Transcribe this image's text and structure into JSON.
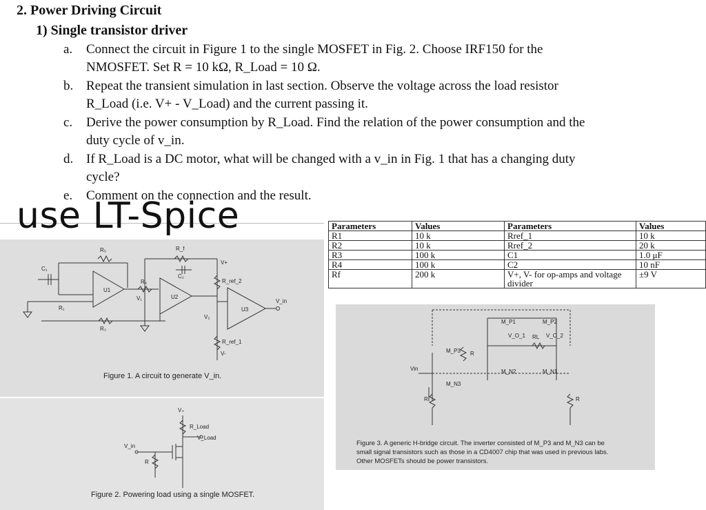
{
  "section_title": "2. Power Driving Circuit",
  "subsection_title": "1)  Single transistor driver",
  "items": [
    {
      "marker": "a.",
      "lines": [
        "Connect the circuit in Figure 1 to the single MOSFET in Fig. 2. Choose IRF150 for the",
        "NMOSFET. Set R = 10 kΩ, R_Load = 10 Ω."
      ]
    },
    {
      "marker": "b.",
      "lines": [
        "Repeat the transient simulation in last section. Observe the voltage across the load resistor",
        "R_Load (i.e. V+ - V_Load) and the current passing it."
      ]
    },
    {
      "marker": "c.",
      "lines": [
        "Derive the power consumption by R_Load. Find the relation of the power consumption and the",
        "duty cycle of v_in."
      ]
    },
    {
      "marker": "d.",
      "lines": [
        "If R_Load is a DC motor, what will be changed with a v_in in Fig. 1 that has a changing duty",
        "cycle?"
      ]
    },
    {
      "marker": "e.",
      "lines": [
        "Comment on the connection and the result."
      ]
    }
  ],
  "handwritten_note": "use LT-Spice",
  "table": {
    "headers": [
      "Parameters",
      "Values",
      "Parameters",
      "Values"
    ],
    "rows": [
      [
        "R1",
        "10 k",
        "Rref_1",
        "10 k"
      ],
      [
        "R2",
        "10 k",
        "Rref_2",
        "20 k"
      ],
      [
        "R3",
        "100 k",
        "C1",
        "1.0 μF"
      ],
      [
        "R4",
        "100 k",
        "C2",
        "10 nF"
      ],
      [
        "Rf",
        "200 k",
        "V+, V- for op-amps and voltage divider",
        "±9 V"
      ]
    ]
  },
  "figures": {
    "fig1": {
      "caption": "Figure 1. A circuit to generate V_in.",
      "labels": {
        "r5": "R₅",
        "rf": "R_f",
        "c1": "C₁",
        "c2": "C₂",
        "r4": "R₄",
        "r1": "R₁",
        "r3": "R₃",
        "v1": "V₁",
        "v2": "V₂",
        "u1": "U1",
        "u2": "U2",
        "u3": "U3",
        "vplus": "V+",
        "vminus": "V-",
        "rref2": "R_ref_2",
        "rref1": "R_ref_1",
        "vin": "V_in"
      }
    },
    "fig2": {
      "caption": "Figure 2. Powering load using a single MOSFET.",
      "labels": {
        "vplus": "V₊",
        "rload": "R_Load",
        "vload": "V_Load",
        "vin": "V_in",
        "r": "R"
      }
    },
    "fig3": {
      "caption_lines": [
        "Figure 3. A generic H-bridge circuit. The inverter consisted of M_P3 and M_N3 can be",
        "small signal transistors such as those in a CD4007 chip that was used in previous labs.",
        "Other MOSFETs should be power transistors."
      ],
      "labels": {
        "mp1": "M_P1",
        "mp2": "M_P2",
        "mp3": "M_P3",
        "mn1": "M_N1",
        "mn2": "M_N2",
        "mn3": "M_N3",
        "vo1": "V_O_1",
        "vo2": "V_O_2",
        "rl": "RL",
        "vin": "Vin",
        "r": "R"
      }
    }
  }
}
